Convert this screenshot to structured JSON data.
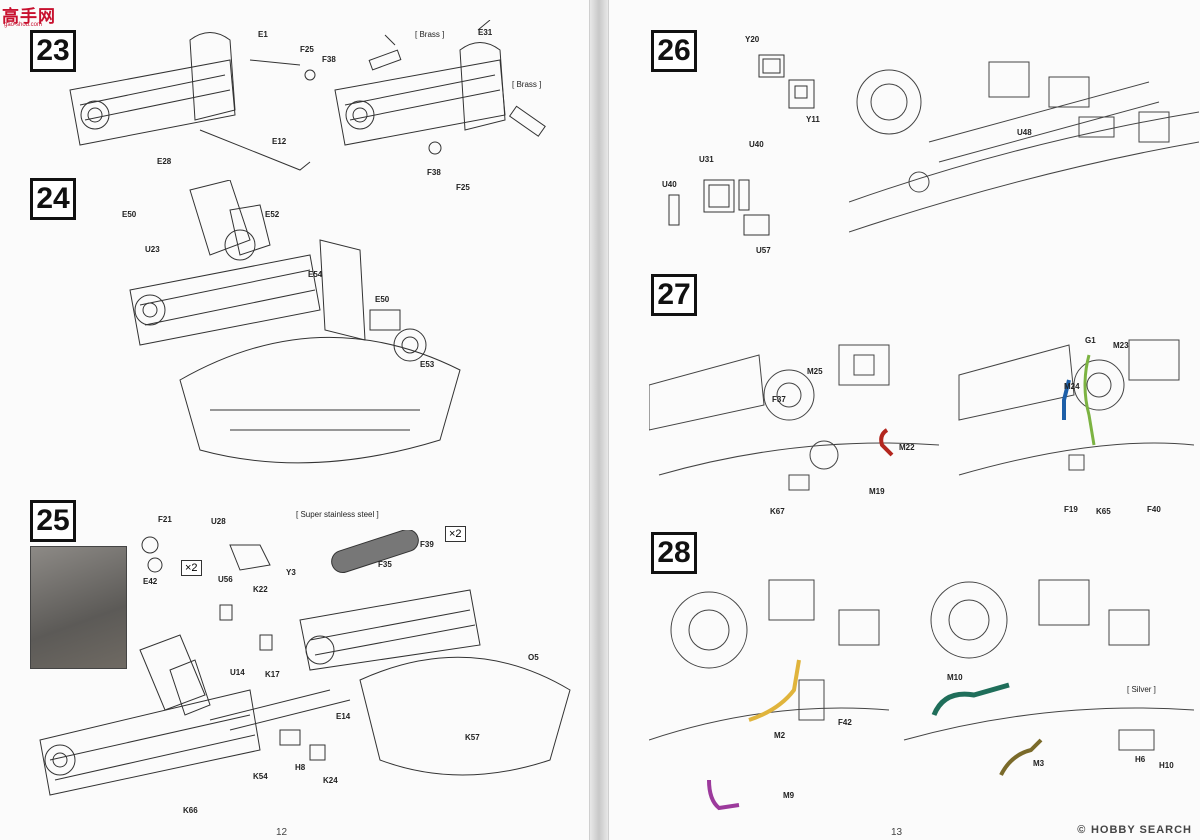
{
  "logo": {
    "main": "高手网",
    "sub": "gao-shou.com"
  },
  "watermark": {
    "symbol": "©",
    "text": "HOBBY SEARCH"
  },
  "pages": {
    "left_number": "12",
    "right_number": "13"
  },
  "steps": {
    "s23": {
      "number": "23",
      "labels": {
        "E1": "E1",
        "F25a": "F25",
        "F38a": "F38",
        "brass1": "[ Brass ]",
        "E31": "E31",
        "brass2": "[ Brass ]",
        "E12": "E12",
        "E28": "E28",
        "F38b": "F38",
        "F25b": "F25"
      }
    },
    "s24": {
      "number": "24",
      "labels": {
        "E50a": "E50",
        "E52": "E52",
        "U23": "U23",
        "E54": "E54",
        "E50b": "E50",
        "E53": "E53"
      }
    },
    "s25": {
      "number": "25",
      "labels": {
        "F21": "F21",
        "U28": "U28",
        "sss": "[ Super stainless steel ]",
        "x2a": "×2",
        "x2b": "×2",
        "E42": "E42",
        "U56": "U56",
        "Y3": "Y3",
        "K22": "K22",
        "F39": "F39",
        "F35": "F35",
        "U14": "U14",
        "K17": "K17",
        "O5": "O5",
        "E14": "E14",
        "H8": "H8",
        "K54": "K54",
        "K24": "K24",
        "K57": "K57",
        "K66": "K66"
      }
    },
    "s26": {
      "number": "26",
      "labels": {
        "Y20": "Y20",
        "Y11": "Y11",
        "U48": "U48",
        "U31": "U31",
        "U40a": "U40",
        "U40b": "U40",
        "U57": "U57"
      }
    },
    "s27": {
      "number": "27",
      "labels": {
        "M25": "M25",
        "F37": "F37",
        "M22": "M22",
        "M19": "M19",
        "K67": "K67",
        "G1": "G1",
        "M23": "M23",
        "M24": "M24",
        "F19": "F19",
        "K65": "K65",
        "F40": "F40"
      }
    },
    "s28": {
      "number": "28",
      "labels": {
        "F42": "F42",
        "M2": "M2",
        "M9": "M9",
        "M10": "M10",
        "silver": "[ Silver ]",
        "H6": "H6",
        "H10": "H10",
        "M3": "M3"
      }
    }
  },
  "colors": {
    "M22": "#b3261e",
    "M23": "#7cb342",
    "M24": "#1e5fa8",
    "M2": "#e0b43c",
    "M9": "#9c3a9c",
    "M10": "#1f6e5a",
    "M3": "#7a6a2a"
  }
}
